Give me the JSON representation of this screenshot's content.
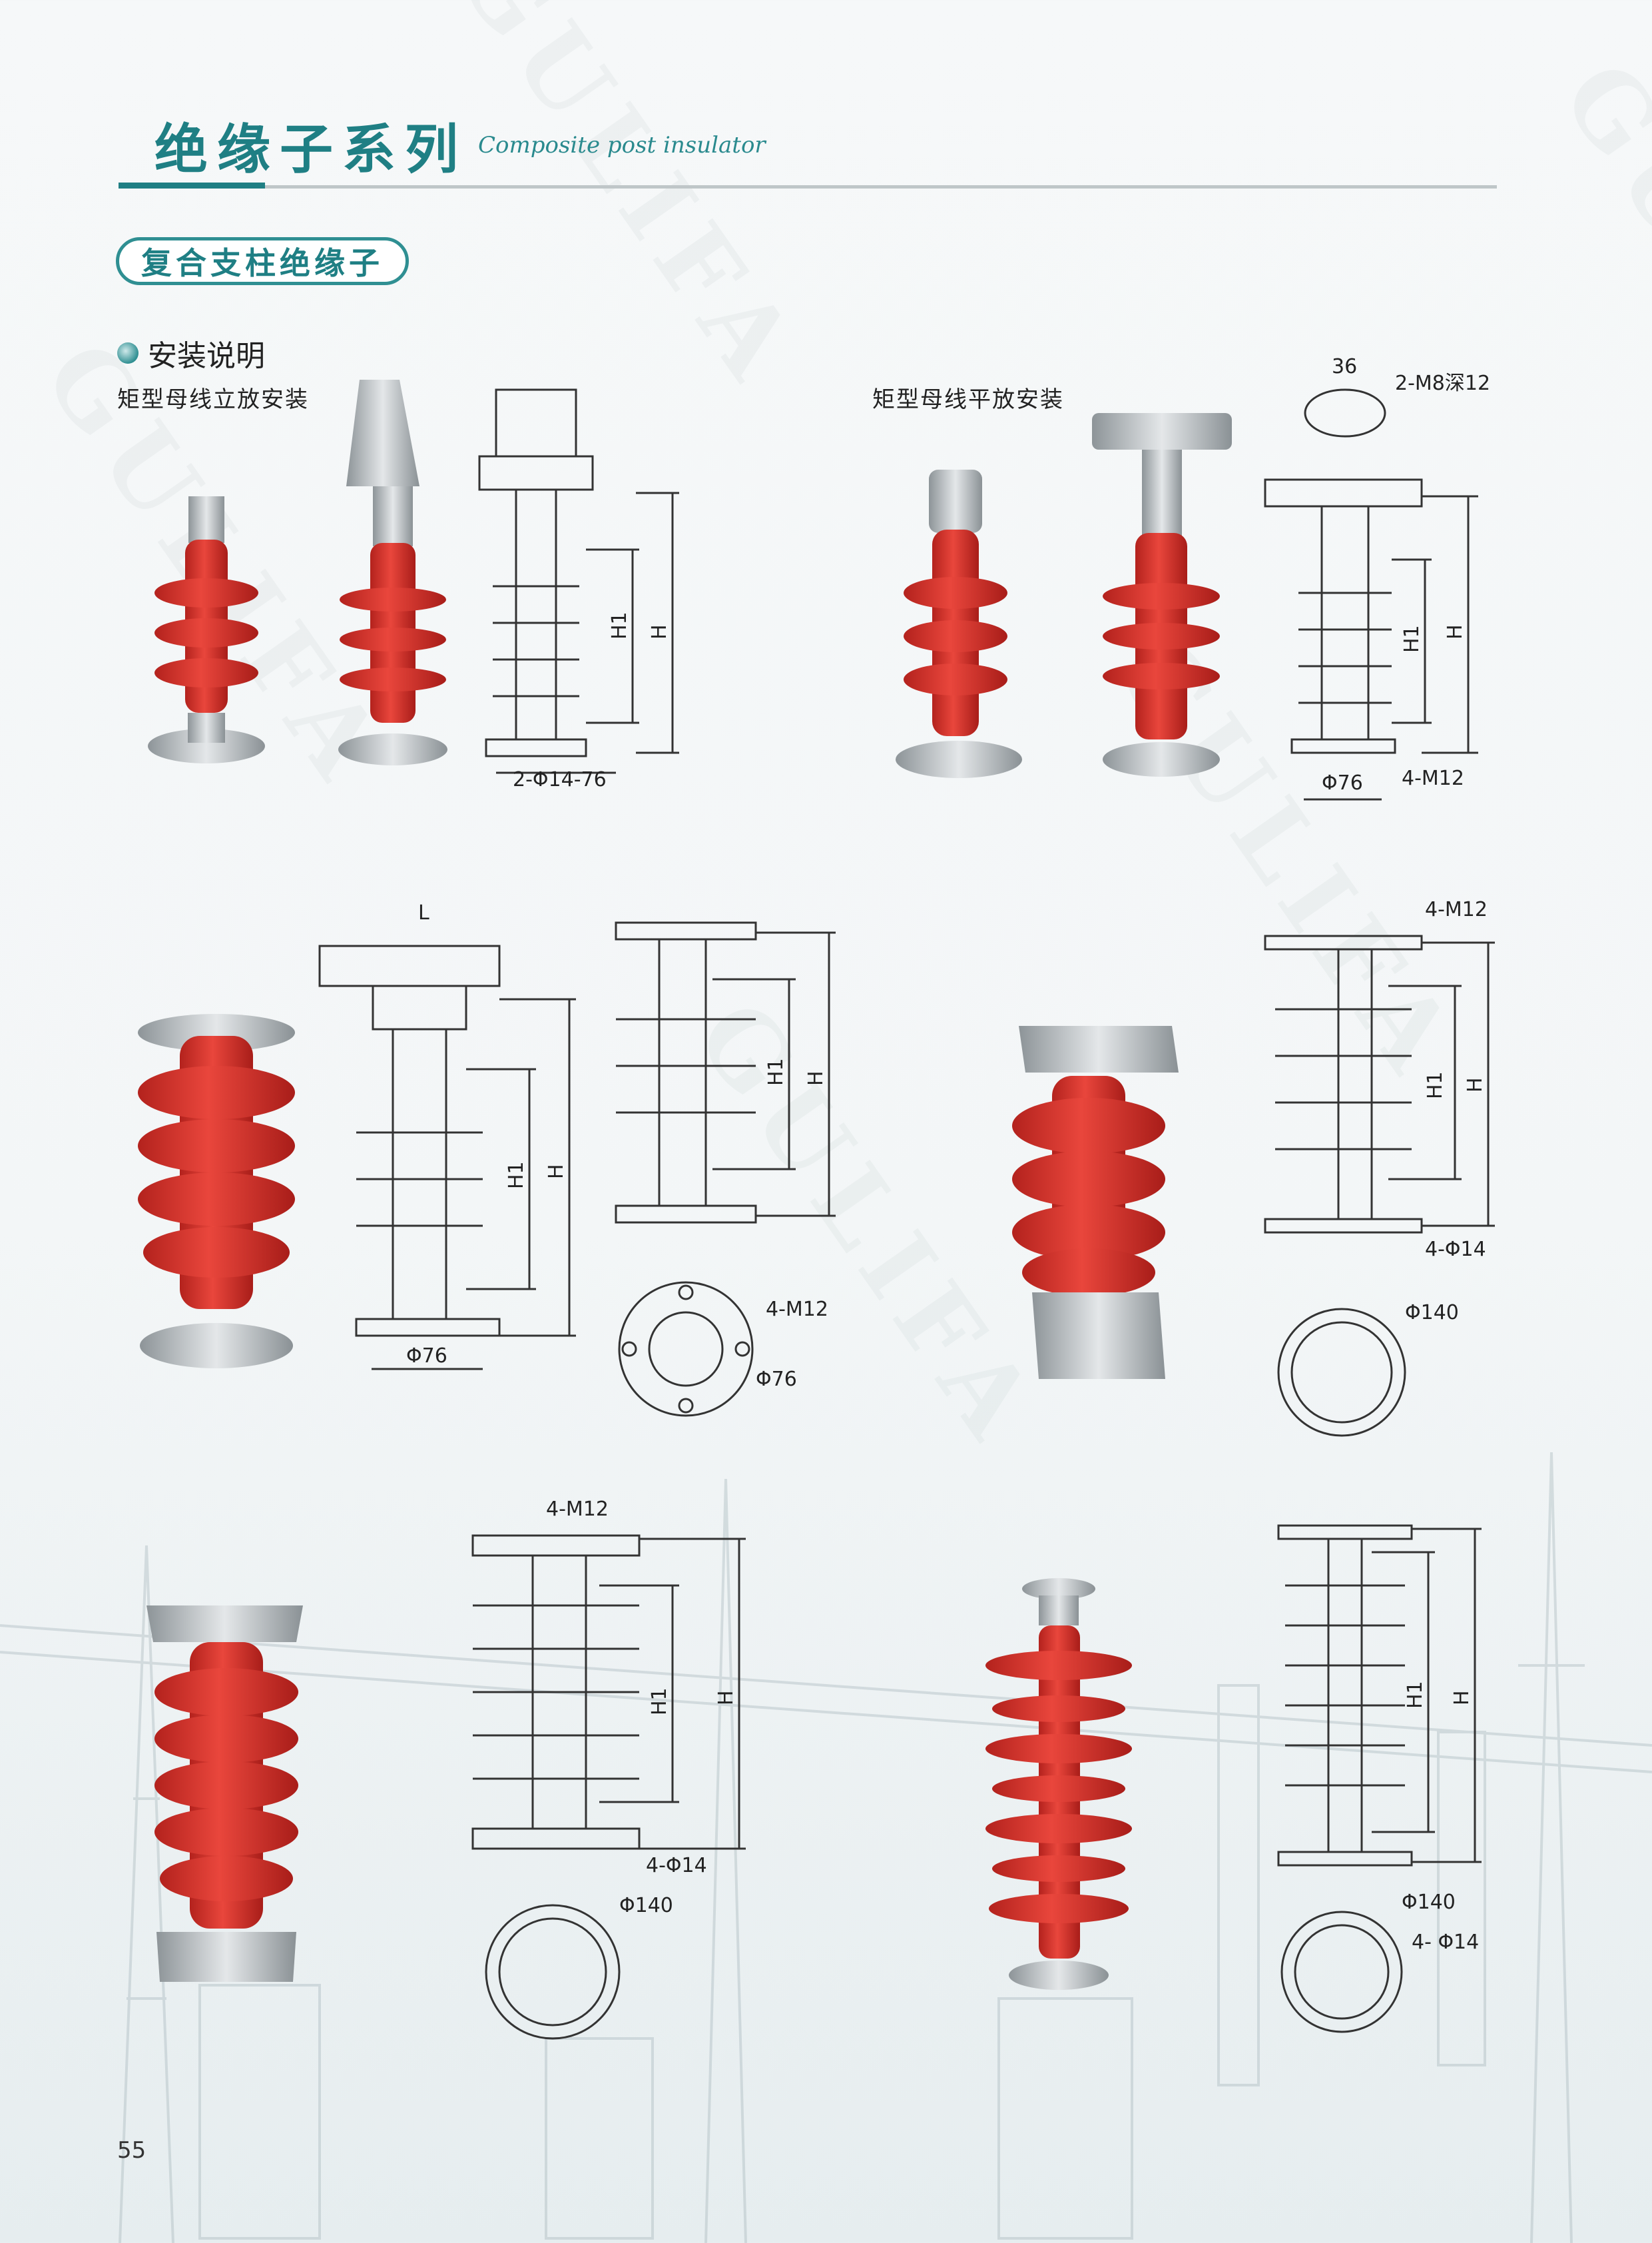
{
  "header": {
    "title_cn": "绝缘子系列",
    "title_en": "Composite post insulator"
  },
  "category": {
    "label": "复合支柱绝缘子"
  },
  "section": {
    "title": "安装说明",
    "sub1": "矩型母线立放安装",
    "sub2": "矩型母线平放安装"
  },
  "dims": {
    "d1_bottom": "2-Φ14-76",
    "d1_H1": "H1",
    "d1_H": "H",
    "d2_36": "36",
    "d2_m8": "2-M8深12",
    "d2_phi76": "Φ76",
    "d2_m12": "4-M12",
    "d2_H1": "H1",
    "d2_H": "H",
    "d3_L": "L",
    "d3_phi76": "Φ76",
    "d3_H1": "H1",
    "d3_H": "H",
    "d4_H1": "H1",
    "d4_H": "H",
    "d4_m12": "4-M12",
    "d4_phi76": "Φ76",
    "d5_m12": "4-M12",
    "d5_H1": "H1",
    "d5_H": "H",
    "d5_phi14": "4-Φ14",
    "d5_phi140": "Φ140",
    "d6_m12": "4-M12",
    "d6_H1": "H1",
    "d6_H": "H",
    "d6_phi14": "4-Φ14",
    "d6_phi140": "Φ140",
    "d7_H1": "H1",
    "d7_H": "H",
    "d7_phi140": "Φ140",
    "d7_phi14": "4- Φ14"
  },
  "watermark": "GULIFA",
  "page_number": "55",
  "colors": {
    "accent": "#1f7f84",
    "insulator_red": "#d9352f",
    "metal": "#b9bfc3"
  }
}
